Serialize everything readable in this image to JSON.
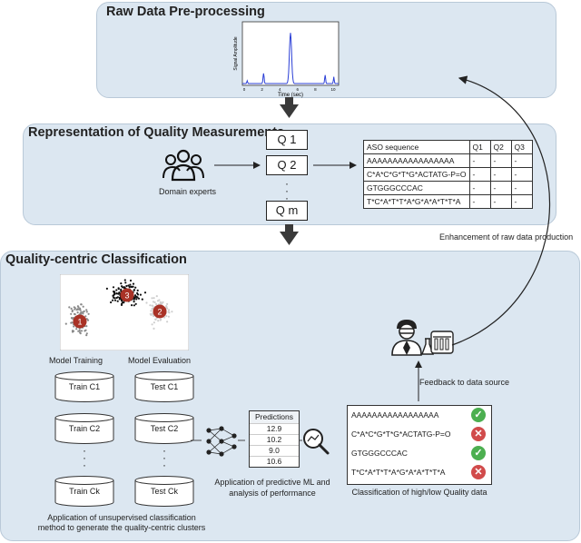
{
  "sections": {
    "raw": "Raw Data Pre-processing",
    "quality": "Representation of Quality Measurements",
    "classification": "Quality-centric Classification"
  },
  "signal_plot": {
    "xlabel": "Time (sec)",
    "ylabel": "Signal Amplitude",
    "xticks": [
      "0",
      "2",
      "4",
      "6",
      "8",
      "10"
    ],
    "line_color": "#2b3fd6"
  },
  "domain_experts": "Domain experts",
  "q_boxes": [
    "Q 1",
    "Q 2",
    "Q m"
  ],
  "aso_table": {
    "headers": [
      "ASO sequence",
      "Q1",
      "Q2",
      "Q3"
    ],
    "rows": [
      [
        "AAAAAAAAAAAAAAAAA",
        "-",
        "-",
        "-"
      ],
      [
        "C*A*C*G*T*G*ACTATG-P=O",
        "-",
        "-",
        "-"
      ],
      [
        "GTGGGCCCAC",
        "-",
        "-",
        "-"
      ],
      [
        "T*C*A*T*T*A*G*A*A*T*T*A",
        "-",
        "-",
        "-"
      ]
    ]
  },
  "enhancement": "Enhancement of raw data production",
  "clusters": {
    "labels": [
      "1",
      "2",
      "3"
    ],
    "marker_color": "#a93226"
  },
  "model_training": "Model Training",
  "model_evaluation": "Model Evaluation",
  "train_sets": [
    "Train C1",
    "Train C2",
    "Train Ck"
  ],
  "test_sets": [
    "Test C1",
    "Test C2",
    "Test Ck"
  ],
  "unsupervised_caption": "Application of unsupervised classification\nmethod to generate the quality-centric clusters",
  "predictions": {
    "header": "Predictions",
    "values": [
      "12.9",
      "10.2",
      "9.0",
      "10.6"
    ]
  },
  "ml_caption": "Application of predictive ML and\nanalysis of performance",
  "classified": [
    {
      "seq": "AAAAAAAAAAAAAAAAA",
      "ok": true,
      "icon": "check-icon"
    },
    {
      "seq": "C*A*C*G*T*G*ACTATG-P=O",
      "ok": false,
      "icon": "cross-icon"
    },
    {
      "seq": "GTGGGCCCAC",
      "ok": true,
      "icon": "check-icon"
    },
    {
      "seq": "T*C*A*T*T*A*G*A*A*T*T*A",
      "ok": false,
      "icon": "cross-icon"
    }
  ],
  "classification_caption": "Classification of high/low Quality data",
  "feedback": "Feedback to data source",
  "colors": {
    "good": "#4caf50",
    "bad": "#d14b4b",
    "section_bg": "#dce7f1"
  }
}
